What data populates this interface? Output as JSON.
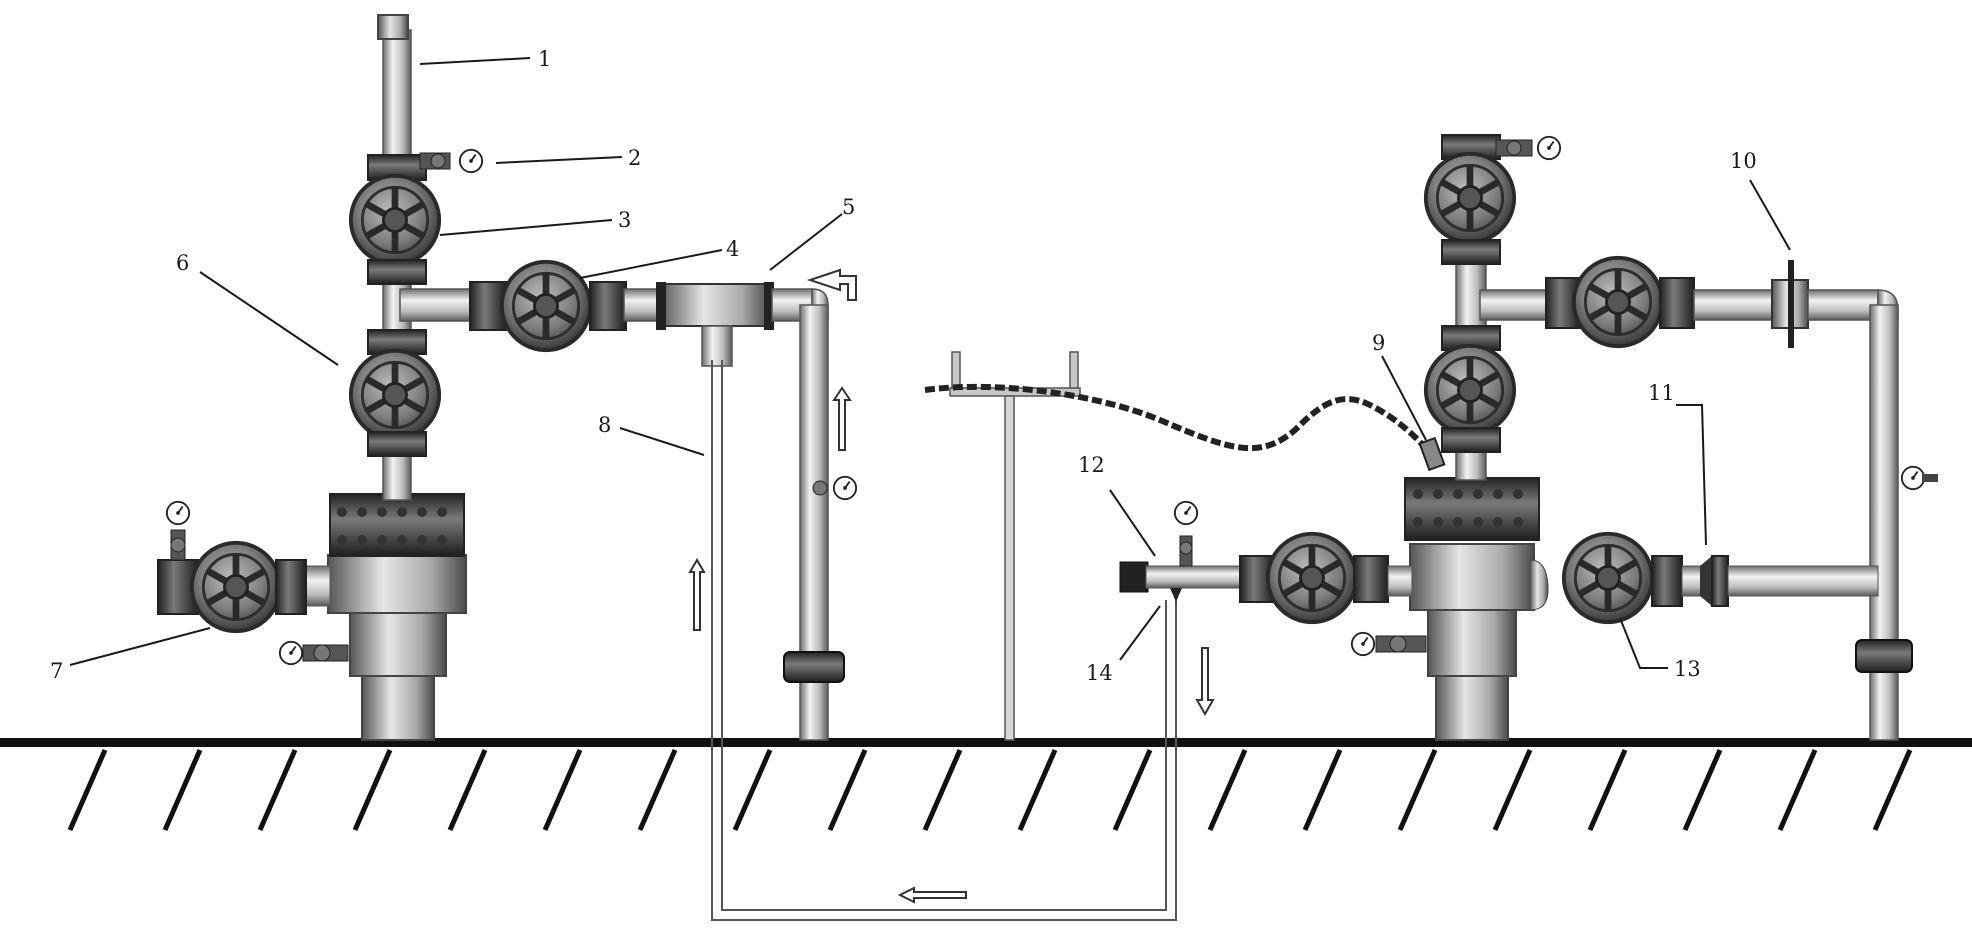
{
  "labels": [
    {
      "id": "1",
      "text": "1"
    },
    {
      "id": "2",
      "text": "2"
    },
    {
      "id": "3",
      "text": "3"
    },
    {
      "id": "4",
      "text": "4"
    },
    {
      "id": "5",
      "text": "5"
    },
    {
      "id": "6",
      "text": "6"
    },
    {
      "id": "7",
      "text": "7"
    },
    {
      "id": "8",
      "text": "8"
    },
    {
      "id": "9",
      "text": "9"
    },
    {
      "id": "10",
      "text": "10"
    },
    {
      "id": "11",
      "text": "11"
    },
    {
      "id": "12",
      "text": "12"
    },
    {
      "id": "13",
      "text": "13"
    },
    {
      "id": "14",
      "text": "14"
    }
  ],
  "colors": {
    "pipe_light": "#f2f2f2",
    "pipe_mid": "#bdbdbd",
    "pipe_dark": "#6e6e6e",
    "valve_dark": "#3c3c3c",
    "ground": "#111111"
  }
}
